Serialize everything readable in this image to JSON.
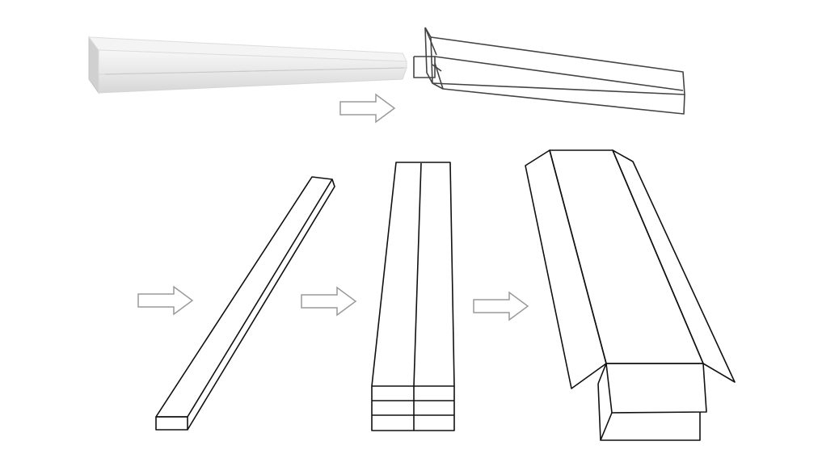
{
  "diagram": {
    "steps": [
      {
        "id": "step-1",
        "name": "light-bar-product"
      },
      {
        "id": "step-2",
        "name": "open-box-outline"
      },
      {
        "id": "step-3",
        "name": "single-long-box"
      },
      {
        "id": "step-4",
        "name": "stacked-boxes"
      },
      {
        "id": "step-5",
        "name": "master-carton"
      }
    ],
    "arrows": [
      "arrow-1",
      "arrow-2",
      "arrow-3",
      "arrow-4"
    ],
    "colors": {
      "outline": "#000000",
      "sketch_outline": "#444444",
      "arrow_stroke": "#9a9a9a",
      "arrow_fill": "#ffffff",
      "product_light": "#f2f2f2",
      "product_mid": "#e2e2e2",
      "product_dark": "#cfcfcf"
    }
  }
}
